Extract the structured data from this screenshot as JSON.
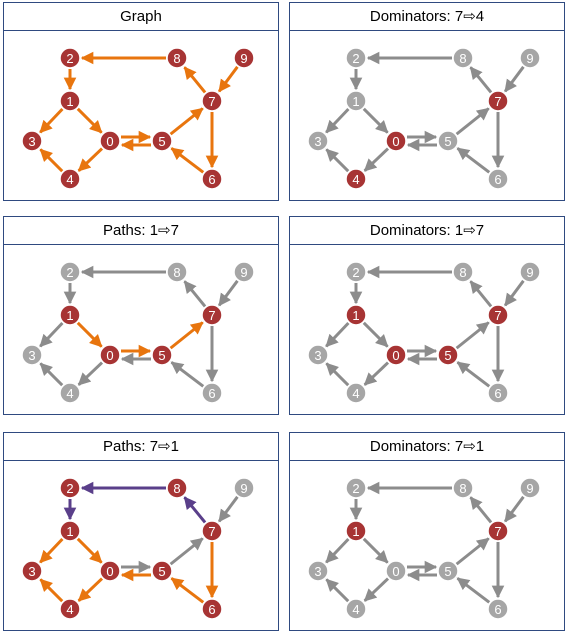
{
  "colors": {
    "edge_gray": "#8c8c8c",
    "edge_orange": "#e8750e",
    "edge_purple": "#5a3f8a",
    "node_red": "#a73434",
    "node_gray": "#a6a6a6",
    "border": "#2f4a80"
  },
  "graph": {
    "nodes": [
      "0",
      "1",
      "2",
      "3",
      "4",
      "5",
      "6",
      "7",
      "8",
      "9"
    ],
    "edges": [
      [
        "2",
        "1"
      ],
      [
        "8",
        "2"
      ],
      [
        "9",
        "7"
      ],
      [
        "7",
        "8"
      ],
      [
        "1",
        "0"
      ],
      [
        "1",
        "3"
      ],
      [
        "4",
        "3"
      ],
      [
        "0",
        "4"
      ],
      [
        "0",
        "5"
      ],
      [
        "5",
        "0"
      ],
      [
        "5",
        "7"
      ],
      [
        "7",
        "6"
      ],
      [
        "6",
        "5"
      ]
    ]
  },
  "panels": [
    {
      "title": "Graph",
      "red_nodes": [
        "0",
        "1",
        "2",
        "3",
        "4",
        "5",
        "6",
        "7",
        "8",
        "9"
      ],
      "orange_edges": [
        0,
        1,
        2,
        3,
        4,
        5,
        6,
        7,
        8,
        9,
        10,
        11,
        12
      ],
      "purple_edges": []
    },
    {
      "title": "Dominators: 7⇨4",
      "red_nodes": [
        "7",
        "0",
        "4"
      ],
      "orange_edges": [],
      "purple_edges": []
    },
    {
      "title": "Paths: 1⇨7",
      "red_nodes": [
        "1",
        "0",
        "5",
        "7"
      ],
      "orange_edges": [
        4,
        8,
        10
      ],
      "purple_edges": []
    },
    {
      "title": "Dominators: 1⇨7",
      "red_nodes": [
        "1",
        "0",
        "5",
        "7"
      ],
      "orange_edges": [],
      "purple_edges": []
    },
    {
      "title": "Paths: 7⇨1",
      "red_nodes": [
        "0",
        "1",
        "2",
        "3",
        "4",
        "5",
        "6",
        "7",
        "8"
      ],
      "orange_edges": [
        4,
        5,
        6,
        7,
        9,
        11,
        12
      ],
      "purple_edges": [
        0,
        1,
        3
      ]
    },
    {
      "title": "Dominators: 7⇨1",
      "red_nodes": [
        "7",
        "1"
      ],
      "orange_edges": [],
      "purple_edges": []
    }
  ]
}
